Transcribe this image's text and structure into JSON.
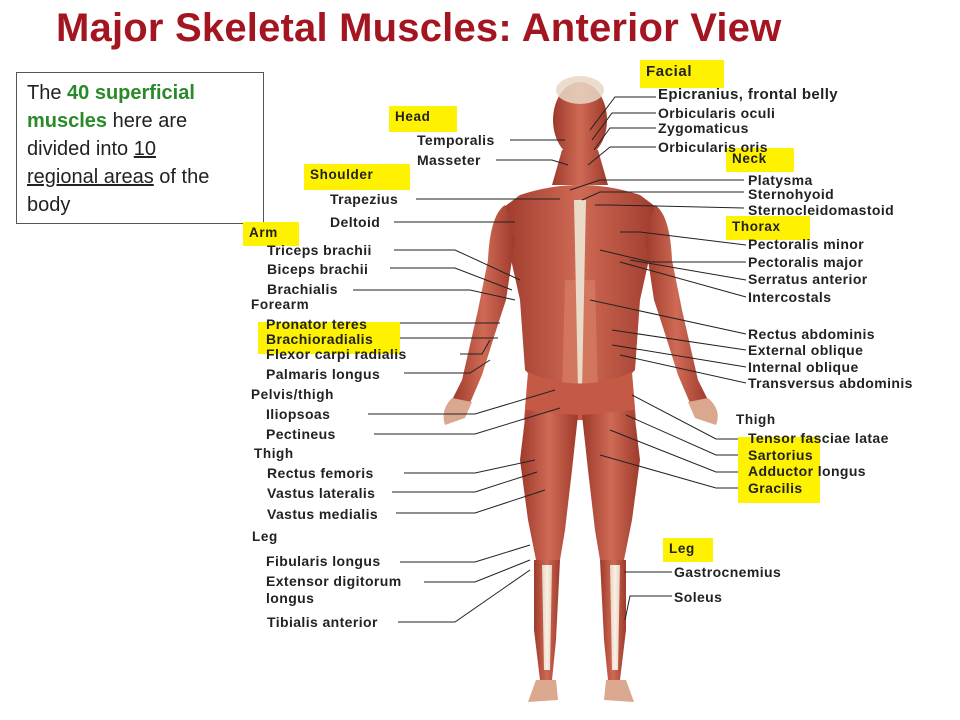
{
  "title": "Major Skeletal Muscles: Anterior View",
  "info": {
    "p1": "The ",
    "num": "40",
    "p2": " superficial muscles",
    "p3": " here are divided into ",
    "num2": "10",
    "p4": " regional areas",
    "p5": " of the body"
  },
  "regions": {
    "facial": "Facial",
    "head": "Head",
    "shoulder": "Shoulder",
    "arm": "Arm",
    "forearm": "Forearm",
    "pelvis": "Pelvis/thigh",
    "thigh_left": "Thigh",
    "leg_left": "Leg",
    "neck": "Neck",
    "thorax": "Thorax",
    "thigh_right": "Thigh",
    "leg_right": "Leg"
  },
  "muscles": {
    "epicranius": "Epicranius, frontal belly",
    "orbicularis_oculi": "Orbicularis oculi",
    "zygomaticus": "Zygomaticus",
    "orbicularis_oris": "Orbicularis oris",
    "temporalis": "Temporalis",
    "masseter": "Masseter",
    "trapezius": "Trapezius",
    "deltoid": "Deltoid",
    "triceps": "Triceps brachii",
    "biceps": "Biceps brachii",
    "brachialis": "Brachialis",
    "pronator": "Pronator teres",
    "brachioradialis": "Brachioradialis",
    "flexor": "Flexor carpi radialis",
    "palmaris": "Palmaris longus",
    "iliopsoas": "Iliopsoas",
    "pectineus": "Pectineus",
    "rectus_femoris": "Rectus femoris",
    "vastus_lateralis": "Vastus lateralis",
    "vastus_medialis": "Vastus medialis",
    "fibularis": "Fibularis longus",
    "extensor_1": "Extensor digitorum",
    "extensor_2": "longus",
    "tibialis": "Tibialis anterior",
    "platysma": "Platysma",
    "sternohyoid": "Sternohyoid",
    "sternocleido": "Sternocleidomastoid",
    "pec_minor": "Pectoralis minor",
    "pec_major": "Pectoralis major",
    "serratus": "Serratus anterior",
    "intercostals": "Intercostals",
    "rectus_abd": "Rectus abdominis",
    "ext_oblique": "External oblique",
    "int_oblique": "Internal oblique",
    "transversus": "Transversus abdominis",
    "tensor": "Tensor fasciae latae",
    "sartorius": "Sartorius",
    "adductor": "Adductor longus",
    "gracilis": "Gracilis",
    "gastrocnemius": "Gastrocnemius",
    "soleus": "Soleus"
  },
  "colors": {
    "title": "#a31621",
    "highlight": "#fff200",
    "green": "#2a8a2a",
    "muscle": "#b84a3a"
  }
}
